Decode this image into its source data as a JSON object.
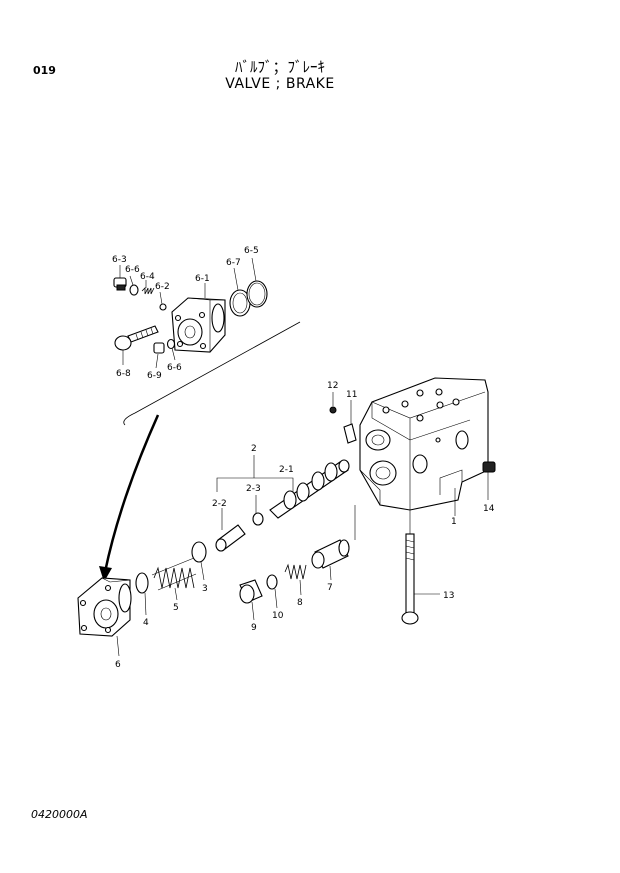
{
  "header": {
    "page_number": "019",
    "title_jp": "ﾊﾞﾙﾌﾞ；ﾌﾞﾚｰｷ",
    "title_en": "VALVE ; BRAKE"
  },
  "footer": {
    "code": "0420000A"
  },
  "callouts": {
    "p1": "1",
    "p2": "2",
    "p2_1": "2-1",
    "p2_2": "2-2",
    "p2_3": "2-3",
    "p3": "3",
    "p4": "4",
    "p5": "5",
    "p6": "6",
    "p6_1": "6-1",
    "p6_2": "6-2",
    "p6_3": "6-3",
    "p6_4": "6-4",
    "p6_5": "6-5",
    "p6_6a": "6-6",
    "p6_6b": "6-6",
    "p6_7": "6-7",
    "p6_8": "6-8",
    "p6_9": "6-9",
    "p7": "7",
    "p8": "8",
    "p9": "9",
    "p10": "10",
    "p11": "11",
    "p12": "12",
    "p13": "13",
    "p14": "14"
  }
}
